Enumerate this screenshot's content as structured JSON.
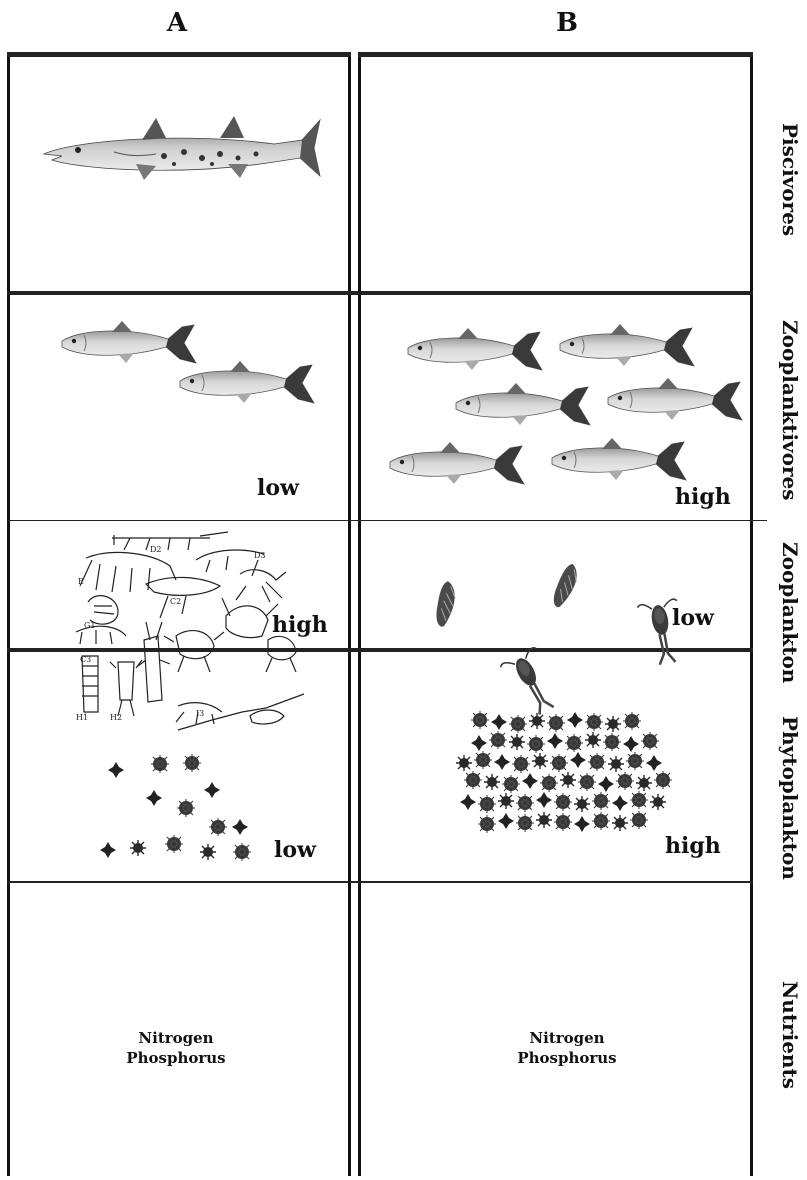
{
  "columns": {
    "a": "A",
    "b": "B"
  },
  "rows": {
    "piscivores": {
      "label": "Piscivores"
    },
    "zooplanktivores": {
      "label": "Zooplanktivores",
      "a_level": "low",
      "b_level": "high"
    },
    "zooplankton": {
      "label": "Zooplankton",
      "a_level": "high",
      "b_level": "low"
    },
    "phytoplankton": {
      "label": "Phytoplankton",
      "a_level": "low",
      "b_level": "high"
    },
    "nutrients": {
      "label": "Nutrients",
      "a_line1": "Nitrogen",
      "a_line2": "Phosphorus",
      "b_line1": "Nitrogen",
      "b_line2": "Phosphorus"
    }
  }
}
